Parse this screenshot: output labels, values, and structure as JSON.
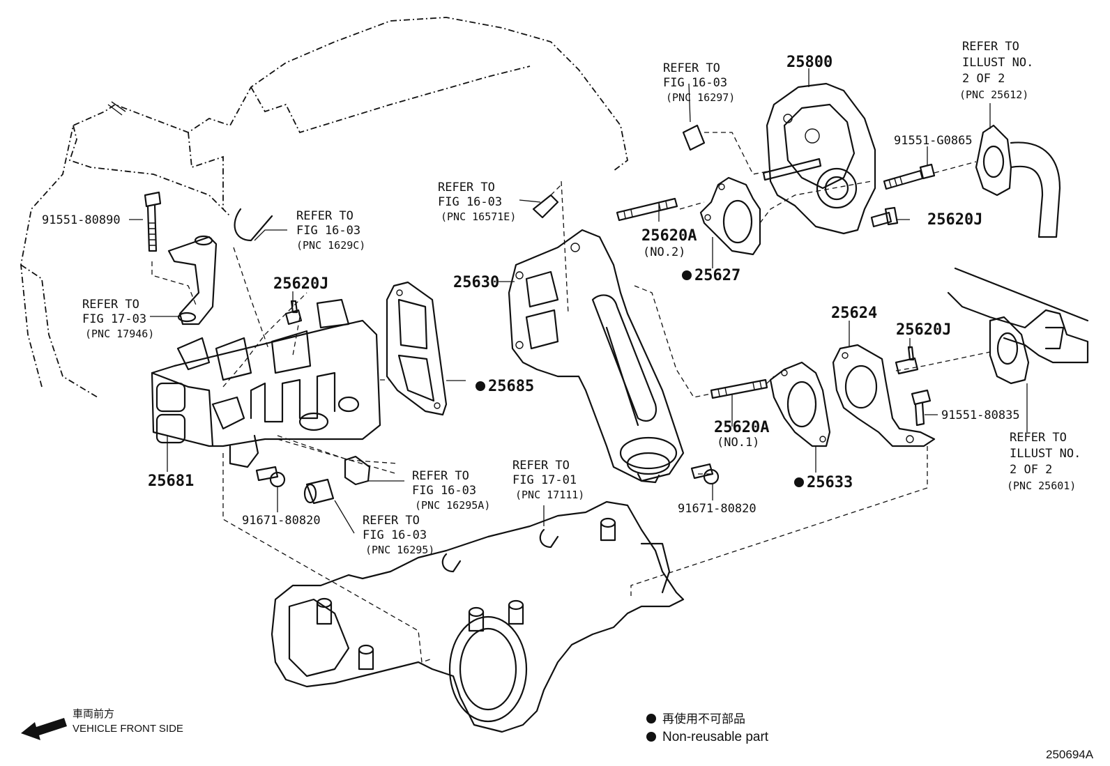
{
  "labels": {
    "p25800": "25800",
    "p91551_G0865": "91551-G0865",
    "p25620J_top_right": "25620J",
    "p25620A_no2": "25620A",
    "no2": "(NO.2)",
    "p25627": "25627",
    "p25630": "25630",
    "p25685": "25685",
    "p25620J_left": "25620J",
    "p91551_80890": "91551-80890",
    "p25681": "25681",
    "p91671_80820_left": "91671-80820",
    "p91671_80820_right": "91671-80820",
    "p25624": "25624",
    "p25620J_mid_right": "25620J",
    "p25620A_no1": "25620A",
    "no1": "(NO.1)",
    "p25633": "25633",
    "p91551_80835": "91551-80835"
  },
  "refs": {
    "r16297": {
      "l1": "REFER TO",
      "l2": "FIG 16-03",
      "l3": "(PNC 16297)"
    },
    "r25612": {
      "l1": "REFER TO",
      "l2": "ILLUST NO.",
      "l3": "2 OF 2",
      "l4": "(PNC 25612)"
    },
    "r16571E": {
      "l1": "REFER TO",
      "l2": "FIG 16-03",
      "l3": "(PNC 16571E)"
    },
    "r1629C": {
      "l1": "REFER TO",
      "l2": "FIG 16-03",
      "l3": "(PNC 1629C)"
    },
    "r17946": {
      "l1": "REFER TO",
      "l2": "FIG 17-03",
      "l3": "(PNC 17946)"
    },
    "r16295A": {
      "l1": "REFER TO",
      "l2": "FIG 16-03",
      "l3": "(PNC 16295A)"
    },
    "r16295": {
      "l1": "REFER TO",
      "l2": "FIG 16-03",
      "l3": "(PNC 16295)"
    },
    "r17111": {
      "l1": "REFER TO",
      "l2": "FIG 17-01",
      "l3": "(PNC 17111)"
    },
    "r25601": {
      "l1": "REFER TO",
      "l2": "ILLUST NO.",
      "l3": "2 OF 2",
      "l4": "(PNC 25601)"
    }
  },
  "legend": {
    "non_reusable_jp": "再使用不可部品",
    "non_reusable_en": "Non-reusable part"
  },
  "direction": {
    "jp": "車両前方",
    "en": "VEHICLE FRONT SIDE"
  },
  "figure_id": "250694A"
}
